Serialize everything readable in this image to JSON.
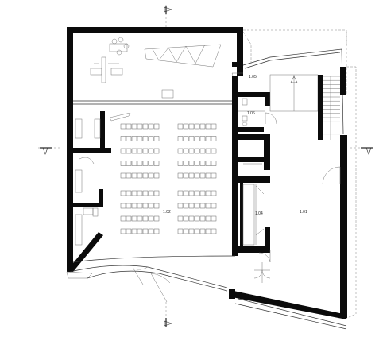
{
  "drawing": {
    "rooms": [
      {
        "id": "1.01",
        "label": "1.01"
      },
      {
        "id": "1.02",
        "label": "1.02"
      },
      {
        "id": "1.04",
        "label": "1.04"
      },
      {
        "id": "1.05",
        "label": "1.05"
      },
      {
        "id": "1.06",
        "label": "1.06"
      }
    ],
    "section_markers": [
      "north",
      "south",
      "west",
      "east"
    ],
    "icons": [
      "section-marker-icon",
      "door-swing-icon",
      "stair-icon",
      "toilet-icon",
      "table-icon"
    ],
    "colors": {
      "wall": "#0b0b0b",
      "line": "#333333",
      "background": "#ffffff"
    }
  }
}
